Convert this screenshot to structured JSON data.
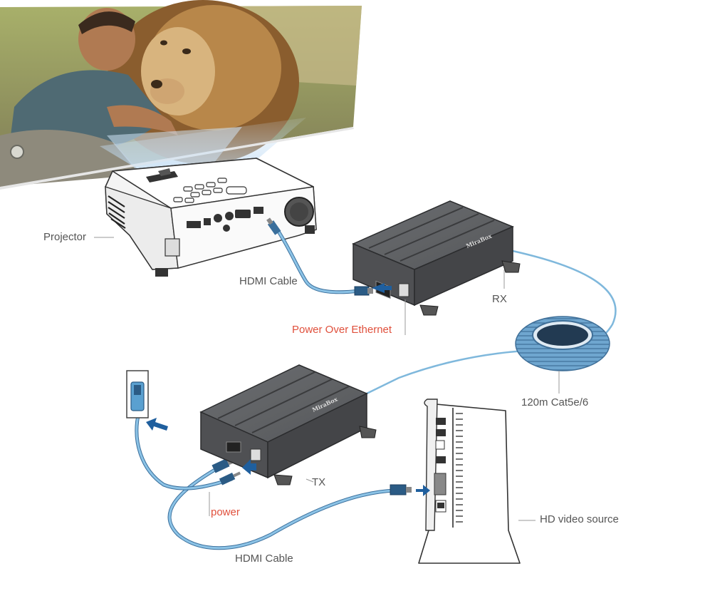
{
  "labels": {
    "projector": "Projector",
    "hdmi_cable_top": "HDMI Cable",
    "rx": "RX",
    "poe": "Power Over Ethernet",
    "cat_cable": "120m Cat5e/6",
    "tx": "TX",
    "power": "power",
    "hdmi_cable_bottom": "HDMI Cable",
    "hd_source": "HD video source"
  },
  "brand": {
    "box_logo": "MiraBox"
  },
  "colors": {
    "cable": "#7fb8dc",
    "cable_dark": "#3a6f9c",
    "arrow": "#1f5f9e",
    "box": "#5f6164",
    "box_dark": "#3b3c3e",
    "label": "#555555",
    "label_red": "#e0503c"
  }
}
